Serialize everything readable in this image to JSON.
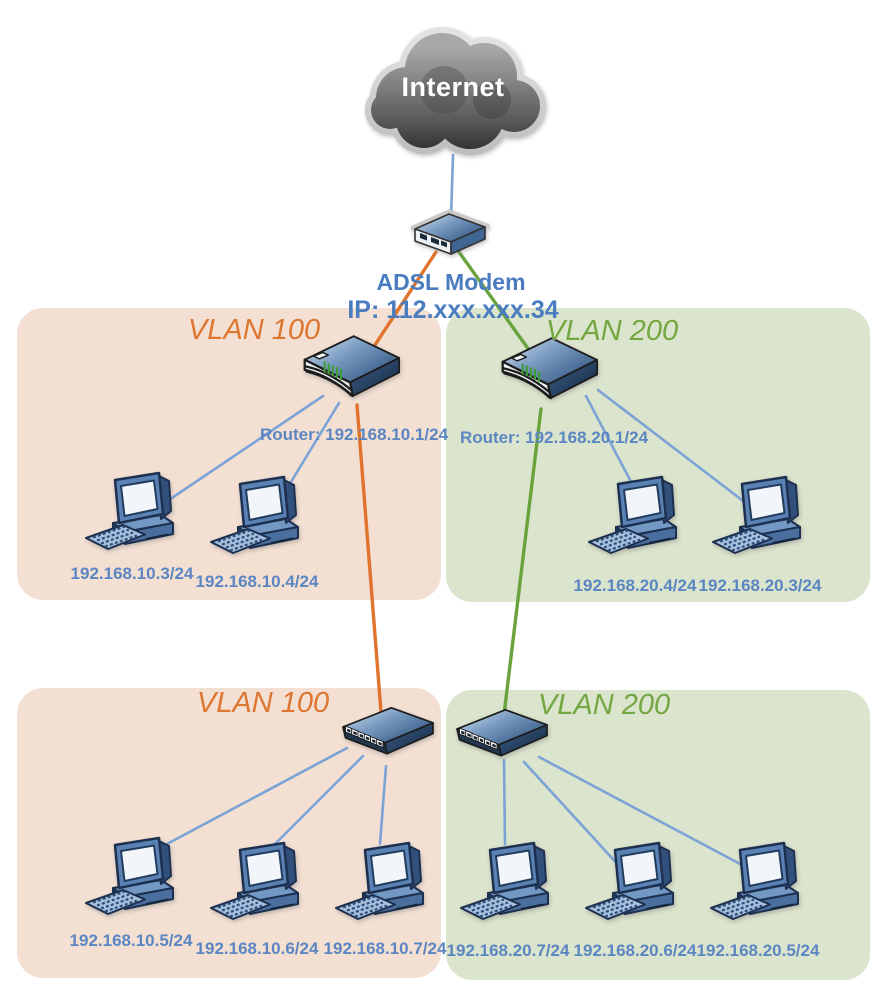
{
  "diagram": {
    "internet_label": "Internet",
    "modem": {
      "label": "ADSL Modem",
      "ip_label": "IP: 112.xxx.xxx.34"
    },
    "zones": [
      {
        "name": "vlan100-top",
        "label": "VLAN 100",
        "router_label": "Router: 192.168.10.1/24",
        "hosts": [
          "192.168.10.3/24",
          "192.168.10.4/24"
        ]
      },
      {
        "name": "vlan200-top",
        "label": "VLAN 200",
        "router_label": "Router: 192.168.20.1/24",
        "hosts": [
          "192.168.20.4/24",
          "192.168.20.3/24"
        ]
      },
      {
        "name": "vlan100-bottom",
        "label": "VLAN 100",
        "hosts": [
          "192.168.10.5/24",
          "192.168.10.6/24",
          "192.168.10.7/24"
        ]
      },
      {
        "name": "vlan200-bottom",
        "label": "VLAN 200",
        "hosts": [
          "192.168.20.7/24",
          "192.168.20.6/24",
          "192.168.20.5/24"
        ]
      }
    ],
    "connections": [
      {
        "from": "internet-cloud",
        "to": "adsl-modem",
        "color": "#7ba3d6"
      },
      {
        "from": "adsl-modem",
        "to": "router-vlan100",
        "color": "#e0732d"
      },
      {
        "from": "adsl-modem",
        "to": "router-vlan200",
        "color": "#6aa23c"
      },
      {
        "from": "router-vlan100",
        "to": "switch-vlan100",
        "color": "#e0732d"
      },
      {
        "from": "router-vlan200",
        "to": "switch-vlan200",
        "color": "#6aa23c"
      },
      {
        "from": "router-vlan100",
        "to": "pc-192.168.10.3",
        "color": "#7ba3d6"
      },
      {
        "from": "router-vlan100",
        "to": "pc-192.168.10.4",
        "color": "#7ba3d6"
      },
      {
        "from": "router-vlan200",
        "to": "pc-192.168.20.4",
        "color": "#7ba3d6"
      },
      {
        "from": "router-vlan200",
        "to": "pc-192.168.20.3",
        "color": "#7ba3d6"
      },
      {
        "from": "switch-vlan100",
        "to": "pc-192.168.10.5",
        "color": "#7ba3d6"
      },
      {
        "from": "switch-vlan100",
        "to": "pc-192.168.10.6",
        "color": "#7ba3d6"
      },
      {
        "from": "switch-vlan100",
        "to": "pc-192.168.10.7",
        "color": "#7ba3d6"
      },
      {
        "from": "switch-vlan200",
        "to": "pc-192.168.20.7",
        "color": "#7ba3d6"
      },
      {
        "from": "switch-vlan200",
        "to": "pc-192.168.20.6",
        "color": "#7ba3d6"
      },
      {
        "from": "switch-vlan200",
        "to": "pc-192.168.20.5",
        "color": "#7ba3d6"
      }
    ],
    "colors": {
      "vlan100_bg": "#f4e0d3",
      "vlan200_bg": "#dbe4cc",
      "vlan100_accent": "#dd7630",
      "vlan200_accent": "#74a742",
      "link_blue": "#7ba3d6",
      "link_orange": "#e0732d",
      "link_green": "#6aa23c",
      "host_label_blue": "#5b86c2",
      "modem_label_blue": "#4a7dc0"
    }
  }
}
